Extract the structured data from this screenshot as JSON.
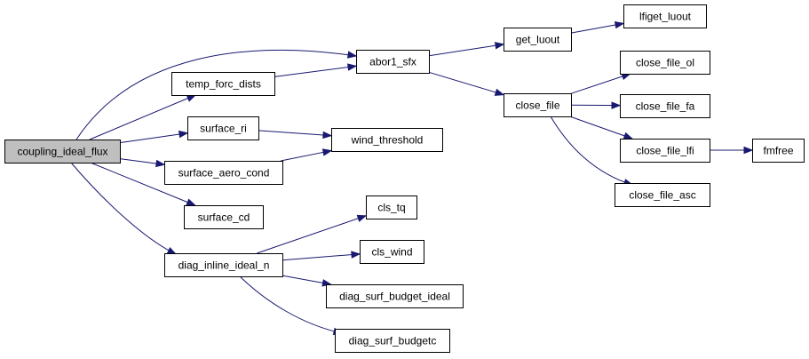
{
  "graph": {
    "edge_color": "#191970",
    "root_fill": "#bfbfbf",
    "nodes": [
      {
        "id": "coupling_ideal_flux",
        "label": "coupling_ideal_flux",
        "root": true
      },
      {
        "id": "abor1_sfx",
        "label": "abor1_sfx"
      },
      {
        "id": "temp_forc_dists",
        "label": "temp_forc_dists"
      },
      {
        "id": "surface_ri",
        "label": "surface_ri"
      },
      {
        "id": "surface_aero_cond",
        "label": "surface_aero_cond"
      },
      {
        "id": "surface_cd",
        "label": "surface_cd"
      },
      {
        "id": "diag_inline_ideal_n",
        "label": "diag_inline_ideal_n"
      },
      {
        "id": "get_luout",
        "label": "get_luout"
      },
      {
        "id": "close_file",
        "label": "close_file"
      },
      {
        "id": "lfiget_luout",
        "label": "lfiget_luout"
      },
      {
        "id": "close_file_ol",
        "label": "close_file_ol"
      },
      {
        "id": "close_file_fa",
        "label": "close_file_fa"
      },
      {
        "id": "close_file_lfi",
        "label": "close_file_lfi"
      },
      {
        "id": "close_file_asc",
        "label": "close_file_asc"
      },
      {
        "id": "fmfree",
        "label": "fmfree"
      },
      {
        "id": "wind_threshold",
        "label": "wind_threshold"
      },
      {
        "id": "cls_tq",
        "label": "cls_tq"
      },
      {
        "id": "cls_wind",
        "label": "cls_wind"
      },
      {
        "id": "diag_surf_budget_ideal",
        "label": "diag_surf_budget_ideal"
      },
      {
        "id": "diag_surf_budgetc",
        "label": "diag_surf_budgetc"
      }
    ],
    "edges": [
      {
        "from": "coupling_ideal_flux",
        "to": "abor1_sfx"
      },
      {
        "from": "coupling_ideal_flux",
        "to": "temp_forc_dists"
      },
      {
        "from": "coupling_ideal_flux",
        "to": "surface_ri"
      },
      {
        "from": "coupling_ideal_flux",
        "to": "surface_aero_cond"
      },
      {
        "from": "coupling_ideal_flux",
        "to": "surface_cd"
      },
      {
        "from": "coupling_ideal_flux",
        "to": "diag_inline_ideal_n"
      },
      {
        "from": "temp_forc_dists",
        "to": "abor1_sfx"
      },
      {
        "from": "abor1_sfx",
        "to": "get_luout"
      },
      {
        "from": "abor1_sfx",
        "to": "close_file"
      },
      {
        "from": "get_luout",
        "to": "lfiget_luout"
      },
      {
        "from": "close_file",
        "to": "close_file_ol"
      },
      {
        "from": "close_file",
        "to": "close_file_fa"
      },
      {
        "from": "close_file",
        "to": "close_file_lfi"
      },
      {
        "from": "close_file",
        "to": "close_file_asc"
      },
      {
        "from": "close_file_lfi",
        "to": "fmfree"
      },
      {
        "from": "surface_ri",
        "to": "wind_threshold"
      },
      {
        "from": "surface_aero_cond",
        "to": "wind_threshold"
      },
      {
        "from": "diag_inline_ideal_n",
        "to": "cls_tq"
      },
      {
        "from": "diag_inline_ideal_n",
        "to": "cls_wind"
      },
      {
        "from": "diag_inline_ideal_n",
        "to": "diag_surf_budget_ideal"
      },
      {
        "from": "diag_inline_ideal_n",
        "to": "diag_surf_budgetc"
      }
    ]
  }
}
